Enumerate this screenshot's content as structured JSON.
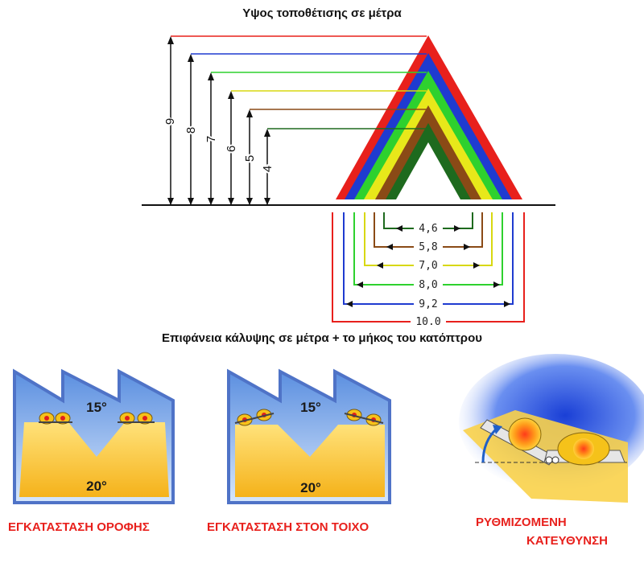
{
  "headings": {
    "height_title": "Υψος τοποθέτισης σε μέτρα",
    "coverage_title": "Επιφάνεια κάλυψης σε μέτρα + το μήκος του κατόπτρου"
  },
  "colors": {
    "red": "#e8201c",
    "blue": "#1f3bd0",
    "green": "#2ed12e",
    "yellow": "#e8e81a",
    "brown": "#8a4a16",
    "darkgreen": "#1e6a1e"
  },
  "heights": [
    {
      "value": "9",
      "color": "red"
    },
    {
      "value": "8",
      "color": "blue"
    },
    {
      "value": "7",
      "color": "green"
    },
    {
      "value": "6",
      "color": "yellow"
    },
    {
      "value": "5",
      "color": "brown"
    },
    {
      "value": "4",
      "color": "darkgreen"
    }
  ],
  "widths": [
    {
      "value": "4,6",
      "color": "darkgreen"
    },
    {
      "value": "5,8",
      "color": "brown"
    },
    {
      "value": "7,0",
      "color": "yellow"
    },
    {
      "value": "8,0",
      "color": "green"
    },
    {
      "value": "9,2",
      "color": "blue"
    },
    {
      "value": "10.0",
      "color": "red"
    }
  ],
  "panels": {
    "roof": {
      "upper_angle": "15°",
      "lower_angle": "20°",
      "caption": "ΕΓΚΑΤΑΣΤΑΣΗ ΟΡΟΦΗΣ"
    },
    "wall": {
      "upper_angle": "15°",
      "lower_angle": "20°",
      "caption": "ΕΓΚΑΤΑΣΤΑΣΗ ΣΤΟΝ ΤΟΙΧΟ"
    },
    "adjustable": {
      "caption_line1": "ΡΥΘΜΙΖΟΜΕΝΗ",
      "caption_line2": "ΚΑΤΕΥΘΥΝΣΗ"
    }
  }
}
